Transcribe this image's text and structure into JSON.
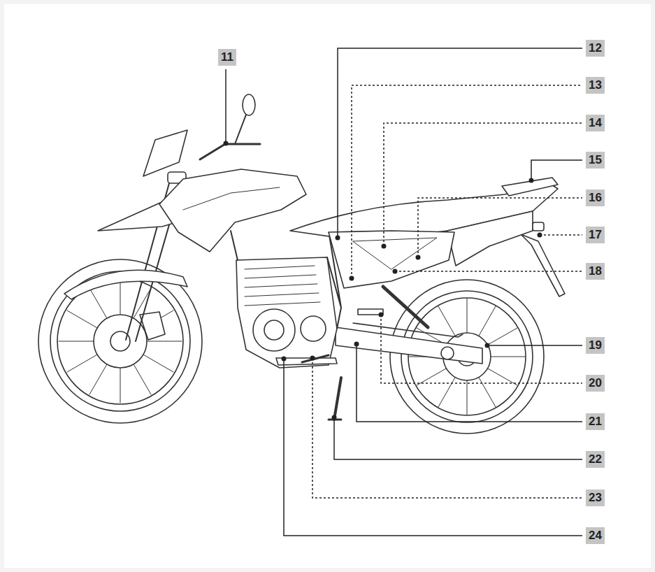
{
  "diagram": {
    "labels": [
      "11",
      "12",
      "13",
      "14",
      "15",
      "16",
      "17",
      "18",
      "19",
      "20",
      "21",
      "22",
      "23",
      "24"
    ]
  }
}
